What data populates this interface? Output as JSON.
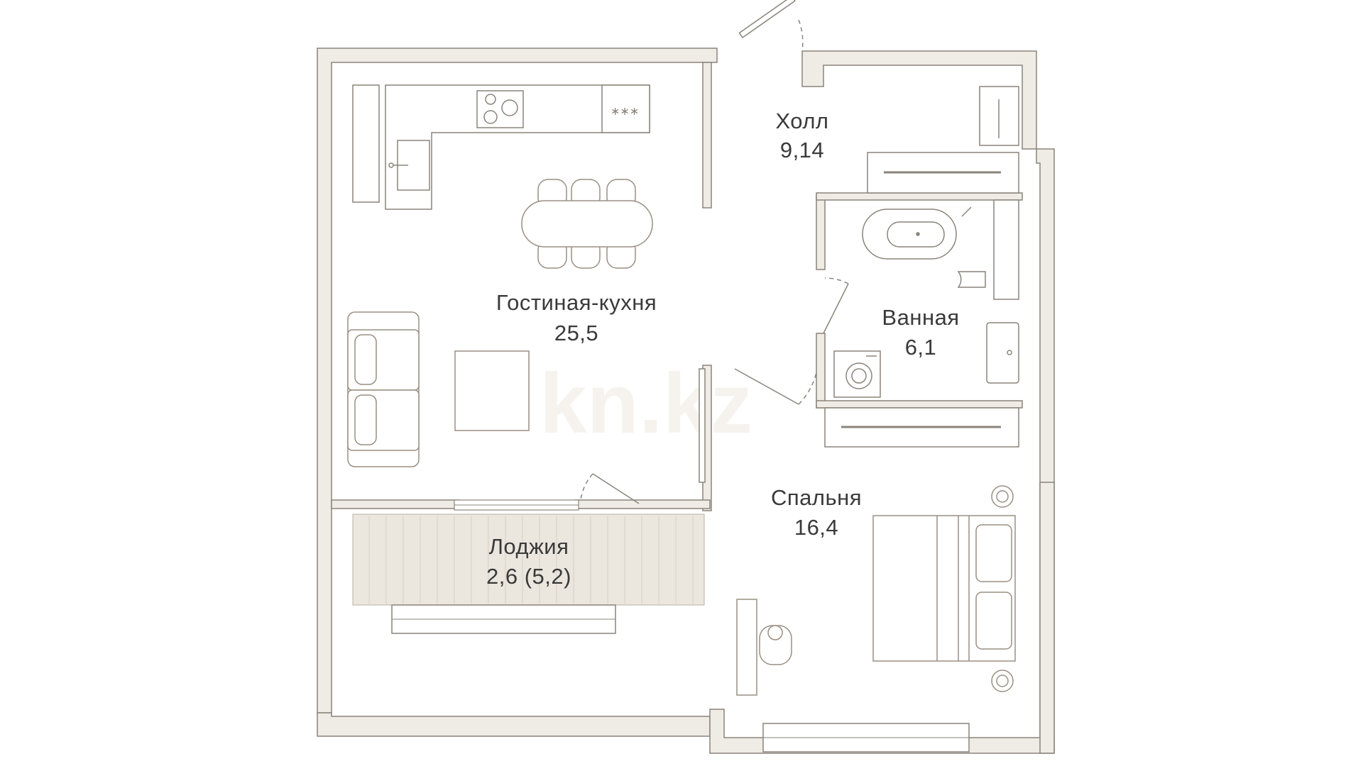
{
  "rooms": {
    "living": {
      "name": "Гостиная-кухня",
      "area": "25,5"
    },
    "hall": {
      "name": "Холл",
      "area": "9,14"
    },
    "bath": {
      "name": "Ванная",
      "area": "6,1"
    },
    "bedroom": {
      "name": "Спальня",
      "area": "16,4"
    },
    "loggia": {
      "name": "Лоджия",
      "area": "2,6 (5,2)"
    }
  },
  "watermark": "kn.kz",
  "colors": {
    "wall_fill": "#efece6",
    "wall_stroke": "#8a847a",
    "furniture_stroke": "#9a8f82",
    "loggia_fill": "#ebe6de",
    "text": "#3a3a3a"
  }
}
